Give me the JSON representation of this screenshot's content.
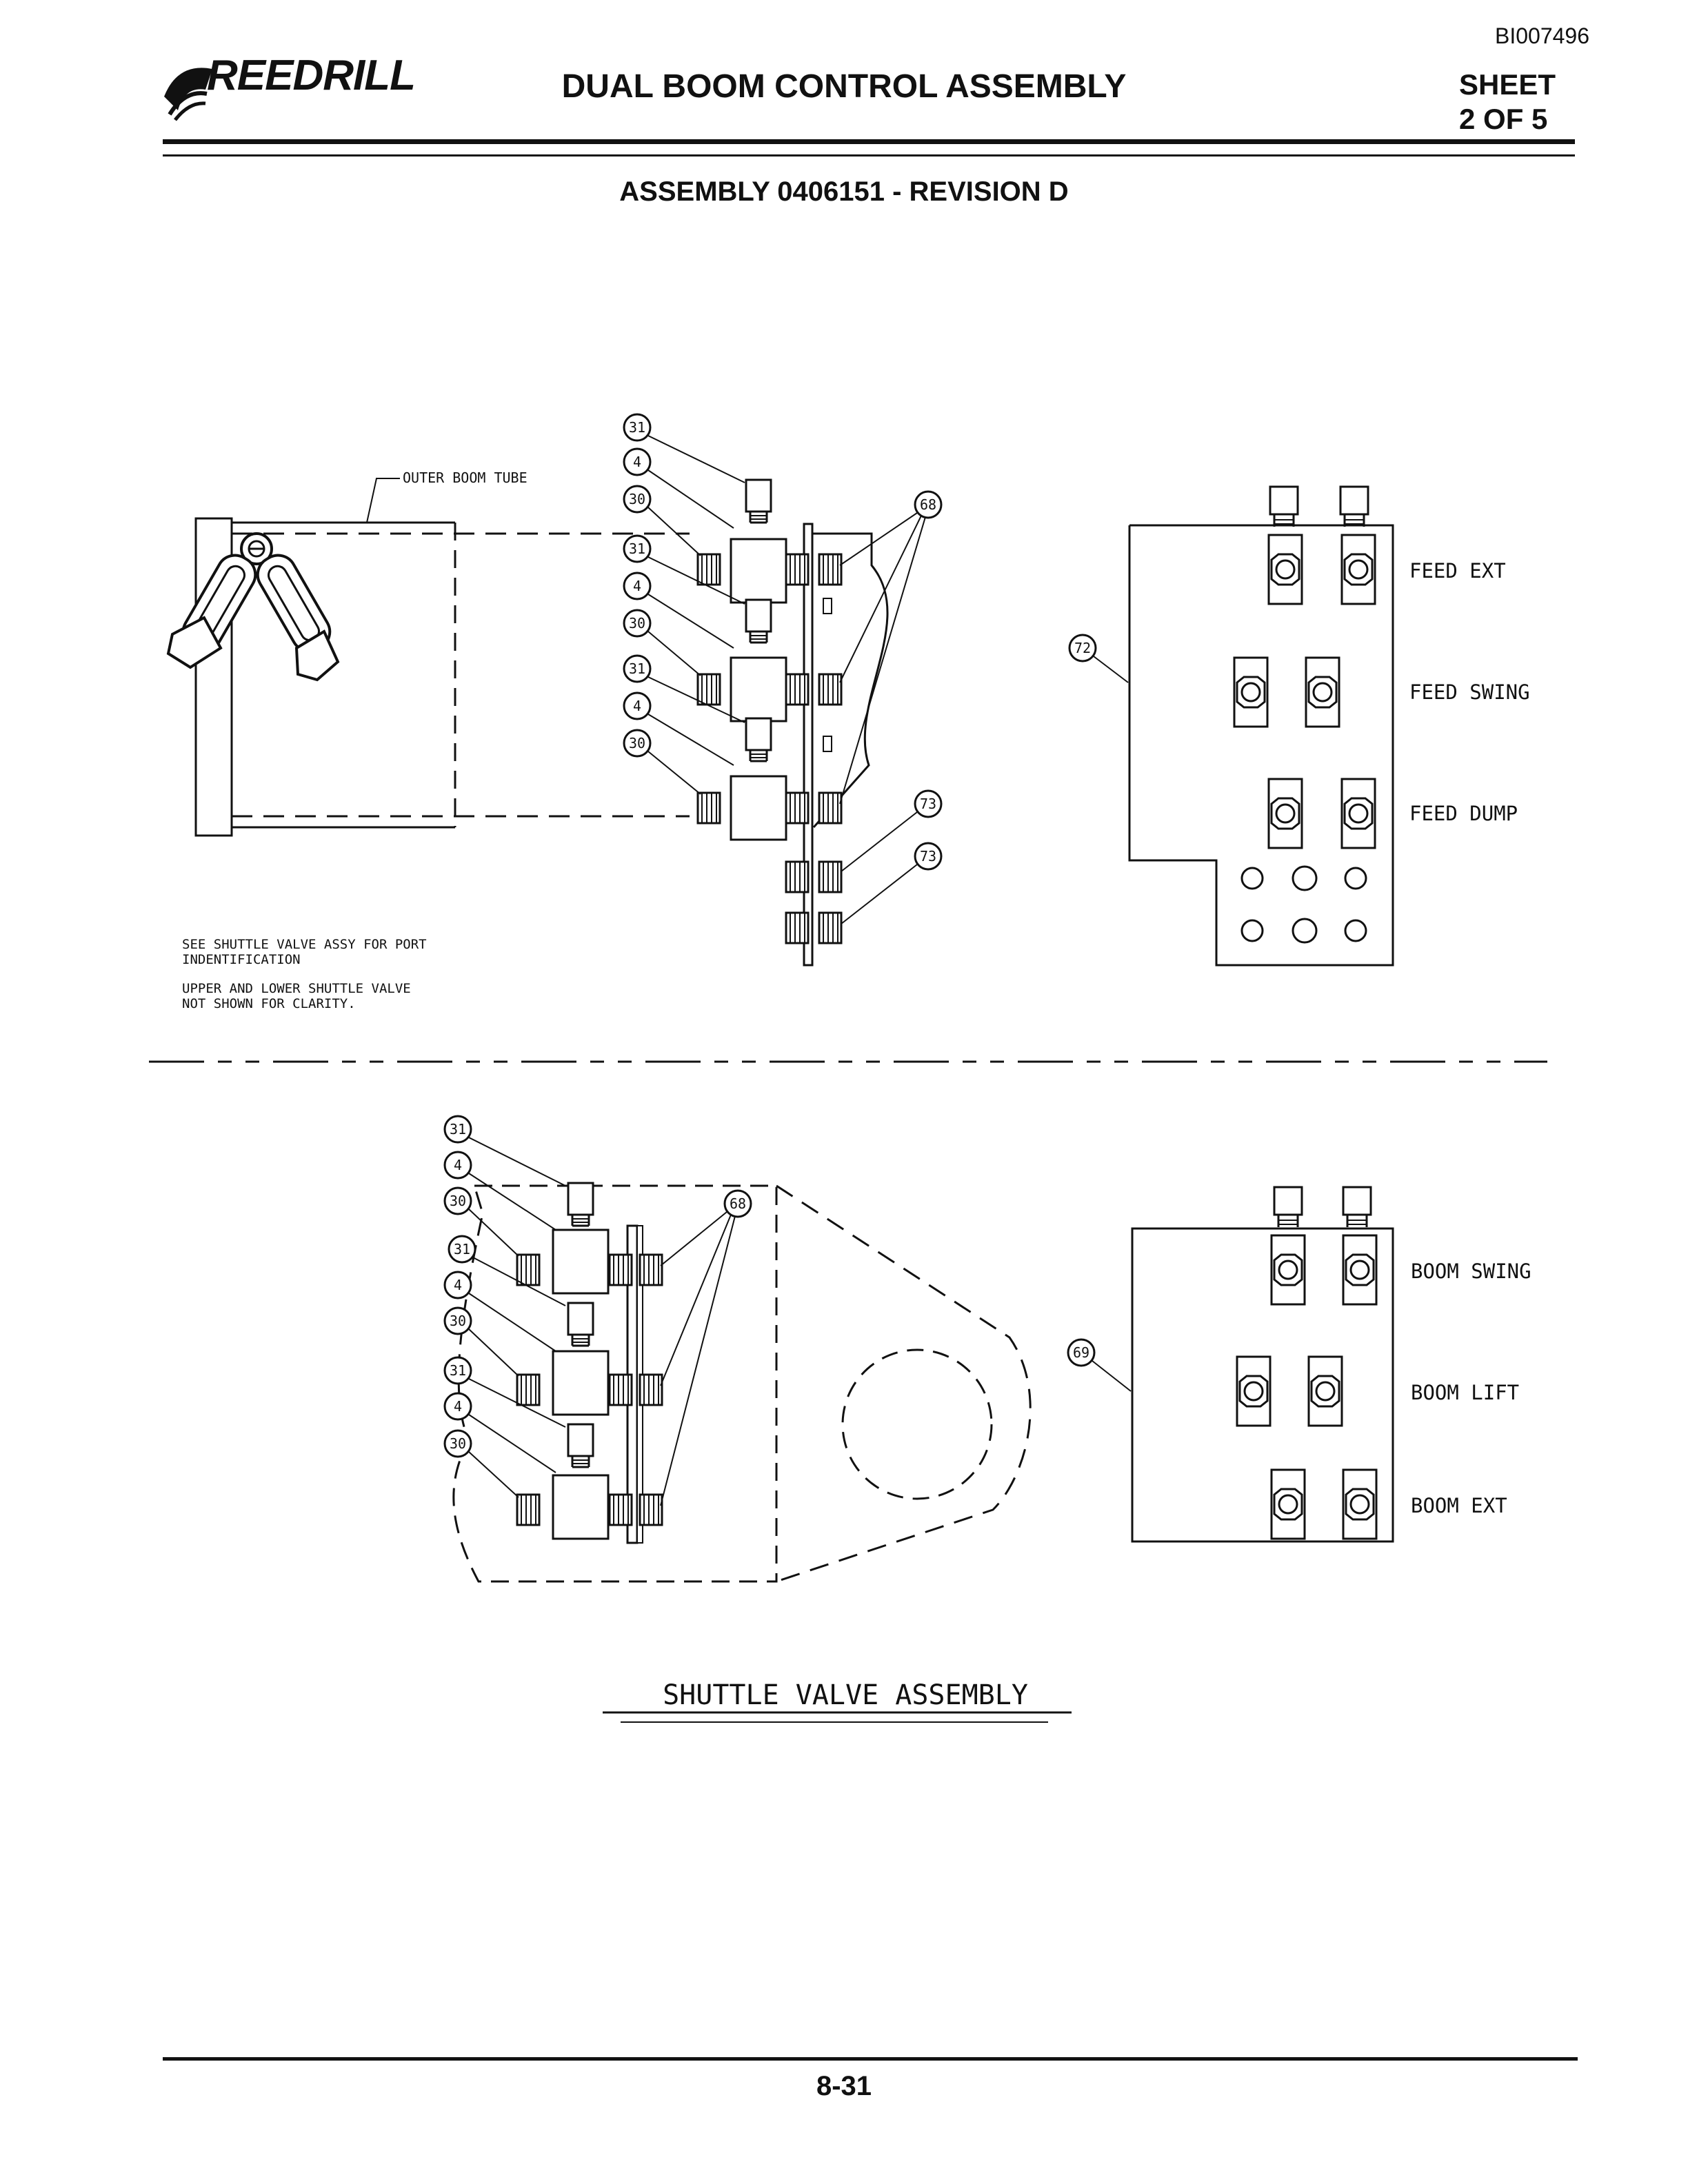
{
  "header": {
    "doc_id": "BI007496",
    "brand": "REEDRILL",
    "title": "DUAL BOOM CONTROL ASSEMBLY",
    "sheet_line1": "SHEET",
    "sheet_line2": "2  OF 5",
    "subtitle": "ASSEMBLY 0406151 - REVISION D"
  },
  "top_view": {
    "outer_boom_tube_label": "OUTER BOOM TUBE",
    "note1_line1": "SEE SHUTTLE VALVE ASSY FOR PORT",
    "note1_line2": "INDENTIFICATION",
    "note2_line1": "UPPER AND LOWER SHUTTLE VALVE",
    "note2_line2": "NOT SHOWN FOR CLARITY.",
    "callouts": [
      "31",
      "4",
      "30",
      "31",
      "4",
      "30",
      "31",
      "4",
      "30",
      "68",
      "73",
      "73",
      "72"
    ],
    "panel_labels": [
      "FEED EXT",
      "FEED SWING",
      "FEED DUMP"
    ]
  },
  "bottom_view": {
    "callouts": [
      "31",
      "4",
      "30",
      "31",
      "4",
      "30",
      "31",
      "4",
      "30",
      "68",
      "69"
    ],
    "panel_labels": [
      "BOOM SWING",
      "BOOM LIFT",
      "BOOM EXT"
    ]
  },
  "caption": "SHUTTLE VALVE ASSEMBLY",
  "footer": {
    "page_number": "8-31"
  }
}
